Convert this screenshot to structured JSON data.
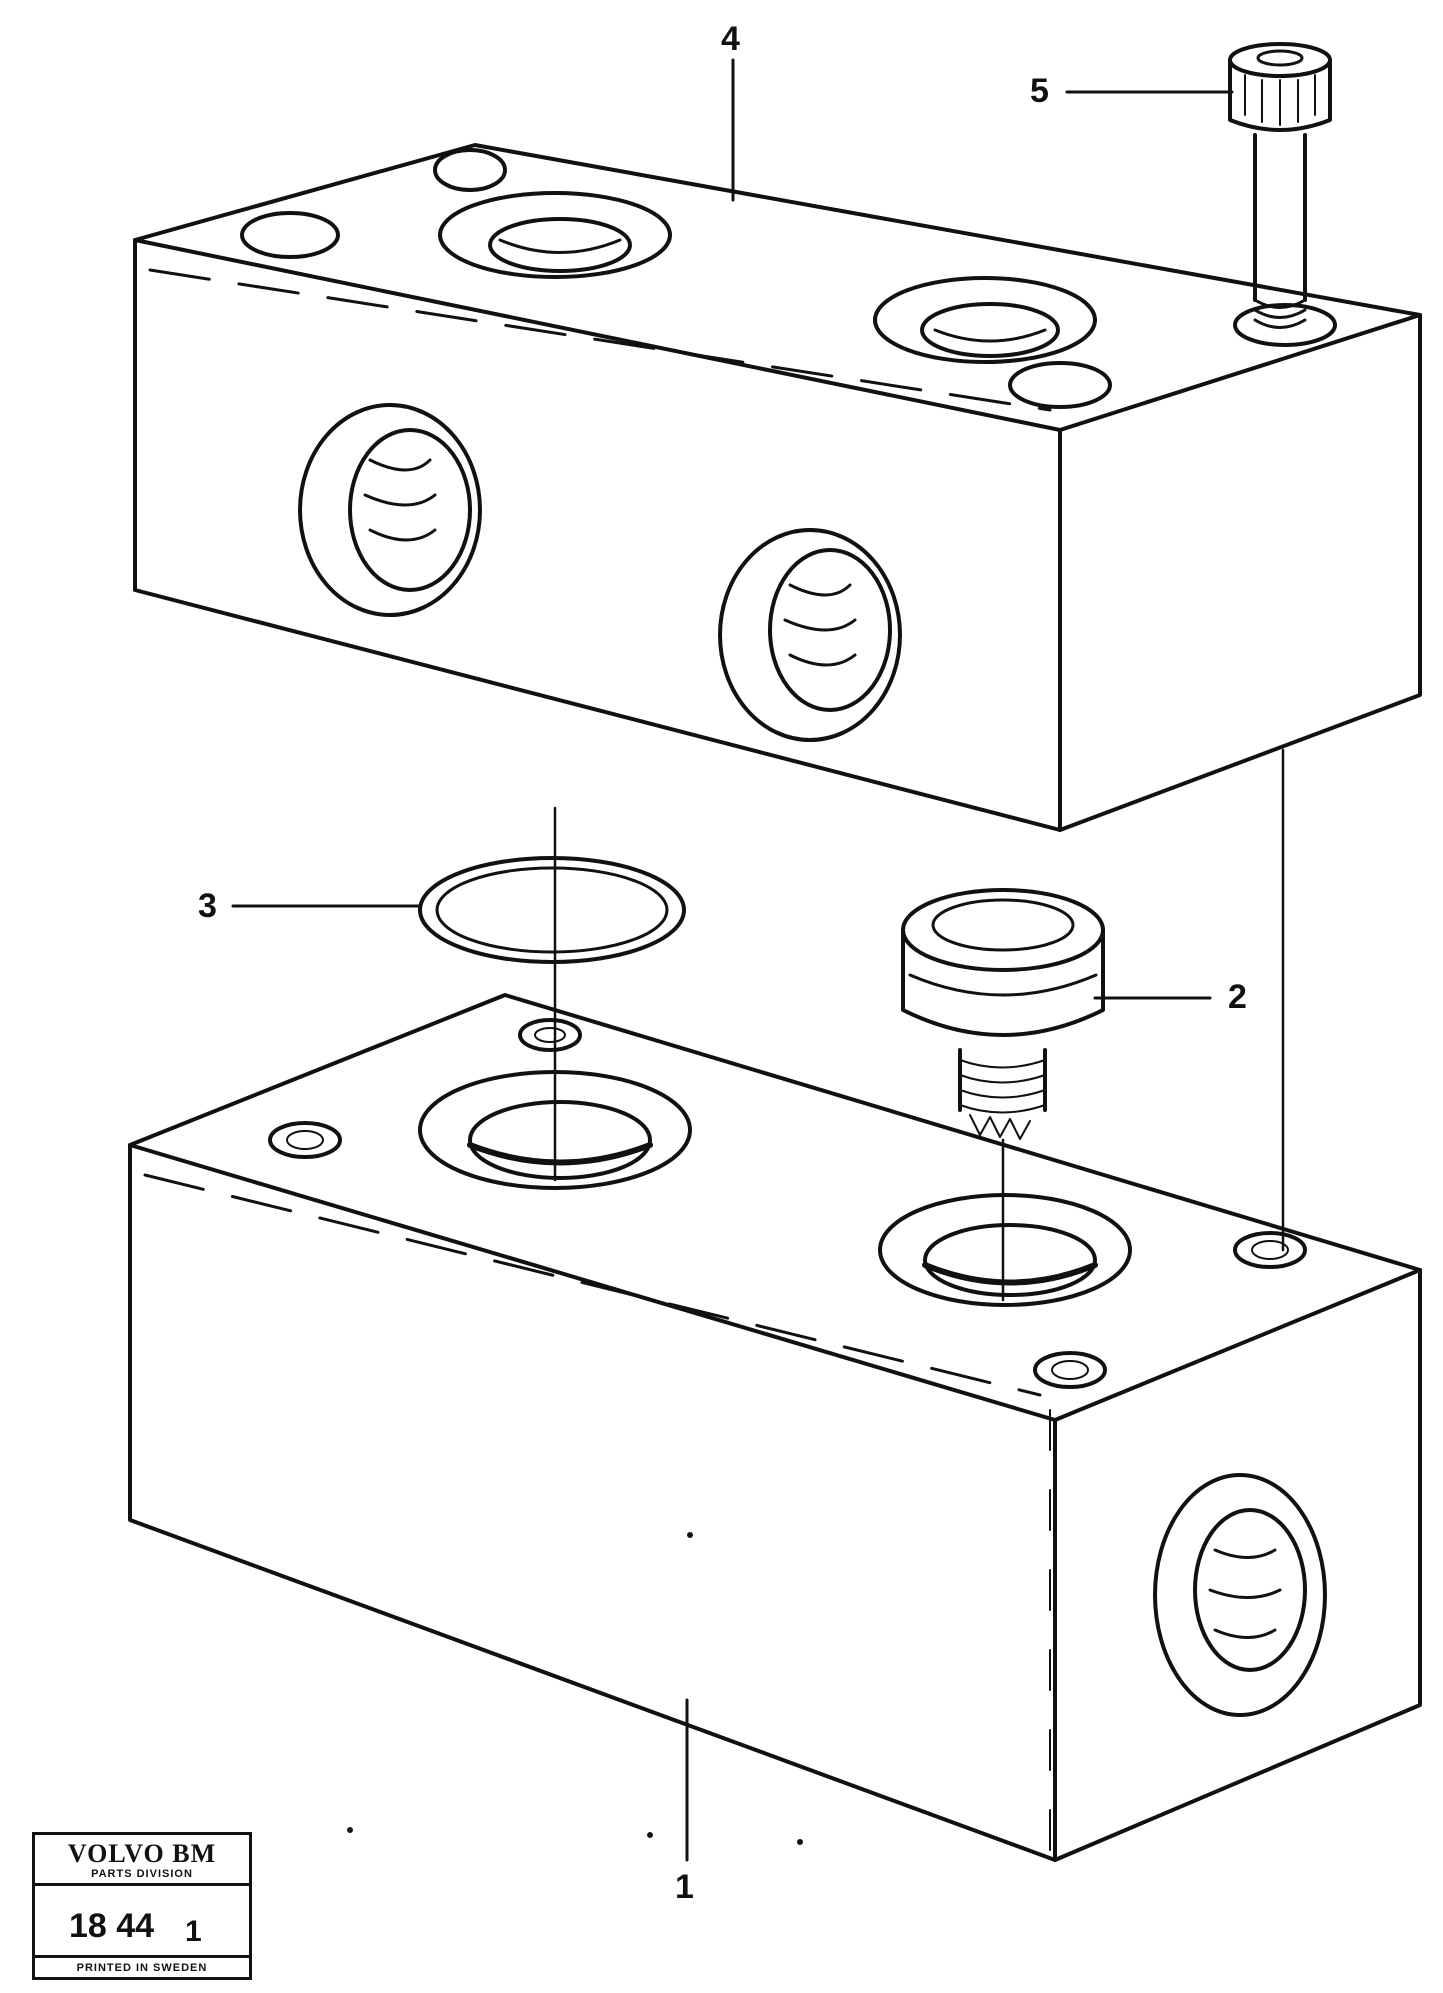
{
  "callouts": {
    "c1": "1",
    "c2": "2",
    "c3": "3",
    "c4": "4",
    "c5": "5"
  },
  "stamp": {
    "brand": "VOLVO BM",
    "division": "PARTS DIVISION",
    "code": "18 44",
    "code_sub": "1",
    "printed": "PRINTED IN SWEDEN"
  },
  "colors": {
    "ink": "#111111",
    "paper": "#ffffff"
  }
}
